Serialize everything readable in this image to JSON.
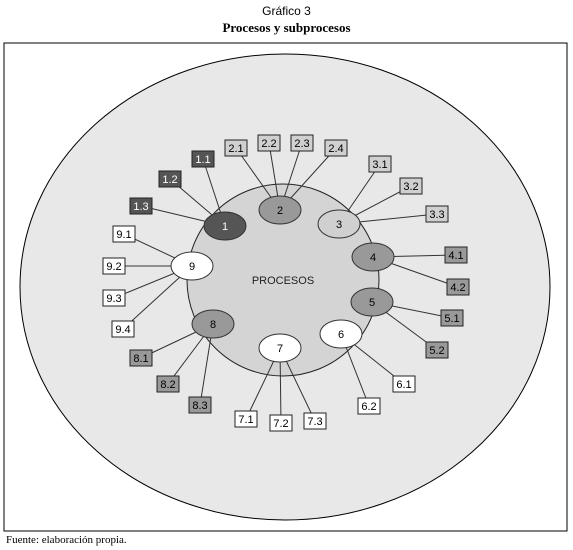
{
  "figure_label": "Gráfico 3",
  "title": "Procesos y subprocesos",
  "center_label": "PROCESOS",
  "source": "Fuente: elaboración propia.",
  "colors": {
    "outer_ellipse": "#e8e8e8",
    "inner_circle": "#d4d4d4",
    "dark": "#555555",
    "medium": "#999999",
    "light": "#d0d0d0",
    "white": "#ffffff",
    "line": "#333333"
  },
  "processes": [
    {
      "label": "1",
      "tone": "dark",
      "subprocesses": [
        {
          "label": "1.1",
          "tone": "dark"
        },
        {
          "label": "1.2",
          "tone": "dark"
        },
        {
          "label": "1.3",
          "tone": "dark"
        }
      ]
    },
    {
      "label": "2",
      "tone": "medium",
      "subprocesses": [
        {
          "label": "2.1",
          "tone": "light"
        },
        {
          "label": "2.2",
          "tone": "light"
        },
        {
          "label": "2.3",
          "tone": "light"
        },
        {
          "label": "2.4",
          "tone": "light"
        }
      ]
    },
    {
      "label": "3",
      "tone": "light",
      "subprocesses": [
        {
          "label": "3.1",
          "tone": "light"
        },
        {
          "label": "3.2",
          "tone": "light"
        },
        {
          "label": "3.3",
          "tone": "light"
        }
      ]
    },
    {
      "label": "4",
      "tone": "medium",
      "subprocesses": [
        {
          "label": "4.1",
          "tone": "medium"
        },
        {
          "label": "4.2",
          "tone": "medium"
        }
      ]
    },
    {
      "label": "5",
      "tone": "medium",
      "subprocesses": [
        {
          "label": "5.1",
          "tone": "medium"
        },
        {
          "label": "5.2",
          "tone": "medium"
        }
      ]
    },
    {
      "label": "6",
      "tone": "white",
      "subprocesses": [
        {
          "label": "6.1",
          "tone": "white"
        },
        {
          "label": "6.2",
          "tone": "white"
        }
      ]
    },
    {
      "label": "7",
      "tone": "white",
      "subprocesses": [
        {
          "label": "7.1",
          "tone": "white"
        },
        {
          "label": "7.2",
          "tone": "white"
        },
        {
          "label": "7.3",
          "tone": "white"
        }
      ]
    },
    {
      "label": "8",
      "tone": "medium",
      "subprocesses": [
        {
          "label": "8.1",
          "tone": "medium"
        },
        {
          "label": "8.2",
          "tone": "medium"
        },
        {
          "label": "8.3",
          "tone": "medium"
        }
      ]
    },
    {
      "label": "9",
      "tone": "white",
      "subprocesses": [
        {
          "label": "9.1",
          "tone": "white"
        },
        {
          "label": "9.2",
          "tone": "white"
        },
        {
          "label": "9.3",
          "tone": "white"
        },
        {
          "label": "9.4",
          "tone": "white"
        }
      ]
    }
  ]
}
